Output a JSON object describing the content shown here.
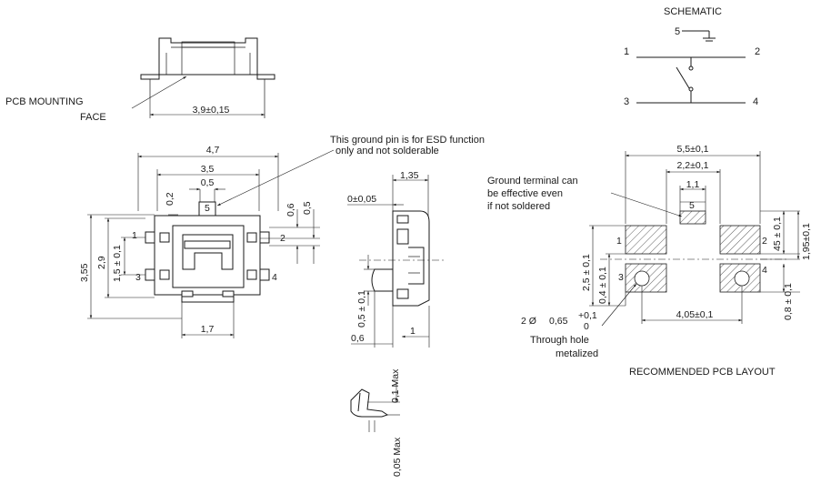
{
  "labels": {
    "schematic": "SCHEMATIC",
    "pcb_mounting_line1": "PCB MOUNTING",
    "pcb_mounting_line2": "FACE",
    "esd_note_line1": "This ground pin is for ESD function",
    "esd_note_line2": "only and not solderable",
    "ground_note_line1": "Ground terminal can",
    "ground_note_line2": "be effective even",
    "ground_note_line3": "if not soldered",
    "through_hole_line1": "Through hole",
    "through_hole_line2": "metalized",
    "layout_title": "RECOMMENDED PCB LAYOUT"
  },
  "schematic_pins": [
    "1",
    "2",
    "3",
    "4",
    "5"
  ],
  "top_view": {
    "width_dim": "3,9±0,15"
  },
  "front_view": {
    "pins": [
      "1",
      "2",
      "3",
      "4",
      "5"
    ],
    "dim_4_7": "4,7",
    "dim_3_5": "3,5",
    "dim_0_5": "0,5",
    "dim_0_2": "0,2",
    "dim_3_55": "3,55",
    "dim_2_9": "2,9",
    "dim_1_5": "1,5 ± 0,1",
    "dim_1_7": "1,7",
    "dim_0_6": "0,6",
    "dim_0_5b": "0,5"
  },
  "side_view": {
    "dim_1_35": "1,35",
    "dim_0_05": "0±0,05",
    "dim_0_5": "0,5 ± 0,1",
    "dim_0_6": "0,6",
    "dim_1": "1",
    "dim_0_1max": "0,1 Max",
    "dim_0_05max": "0,05 Max"
  },
  "pcb_layout": {
    "pads": [
      "1",
      "2",
      "3",
      "4",
      "5"
    ],
    "dim_5_5": "5,5±0,1",
    "dim_2_2": "2,2±0,1",
    "dim_1_1": "1,1",
    "dim_2_5": "2,5 ± 0,1",
    "dim_0_4": "0,4 ± 0,1",
    "dim_4_05": "4,05±0,1",
    "dim_45": "45 ± 0,1",
    "dim_1_95": "1,95±0,1",
    "dim_0_8": "0,8 ± 0,1",
    "hole_prefix": "2 Ø",
    "hole_dia": "0,65",
    "hole_tol_plus": "+0,1",
    "hole_tol_minus": "0"
  }
}
